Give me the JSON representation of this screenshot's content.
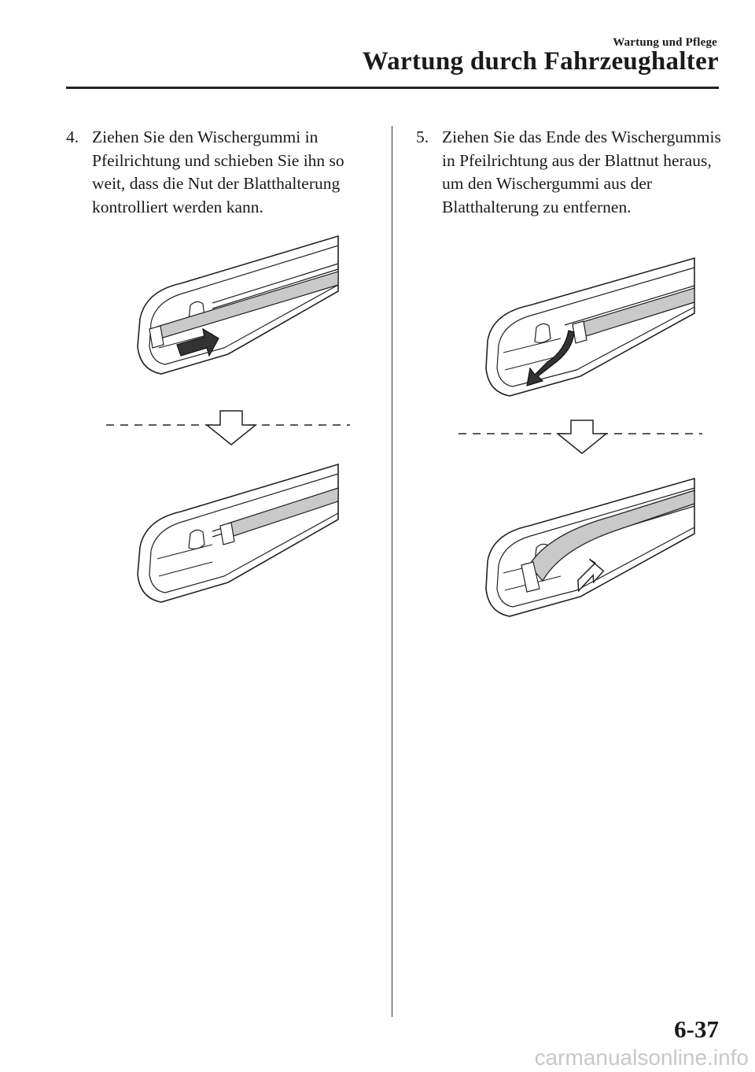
{
  "header": {
    "section": "Wartung und Pflege",
    "title": "Wartung durch Fahrzeughalter"
  },
  "steps": [
    {
      "number": "4.",
      "text": "Ziehen Sie den Wischergummi in Pfeilrichtung und schieben Sie ihn so weit, dass die Nut der Blatthalterung kontrolliert werden kann."
    },
    {
      "number": "5.",
      "text": "Ziehen Sie das Ende des Wischergummis in Pfeilrichtung aus der Blattnut heraus, um den Wischergummi aus der Blatthalterung zu entfernen."
    }
  ],
  "figures": [
    {
      "name": "step4-illustration",
      "icon": "wiper-blade-slide-illustration"
    },
    {
      "name": "step5-illustration",
      "icon": "wiper-blade-remove-illustration"
    }
  ],
  "footer": {
    "page_number": "6-37",
    "watermark": "carmanualsonline.info"
  }
}
